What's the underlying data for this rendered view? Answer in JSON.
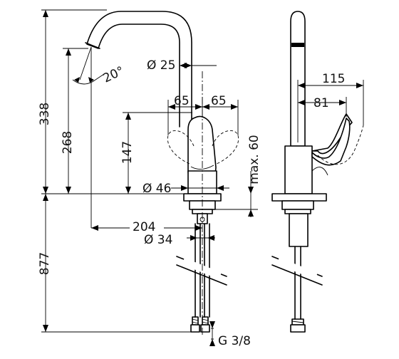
{
  "drawing": {
    "dimensions": {
      "height_total": "338",
      "outlet_height": "268",
      "lever_height": "147",
      "max_clearance": "max. 60",
      "spout_angle": "20°",
      "spout_diameter": "Ø 25",
      "lever_left": "65",
      "lever_right": "65",
      "body_diameter": "Ø 46",
      "spout_reach": "204",
      "hole_diameter": "Ø 34",
      "hose_length": "877",
      "connector_thread": "G 3/8",
      "side_depth_outer": "115",
      "side_depth_inner": "81"
    }
  }
}
